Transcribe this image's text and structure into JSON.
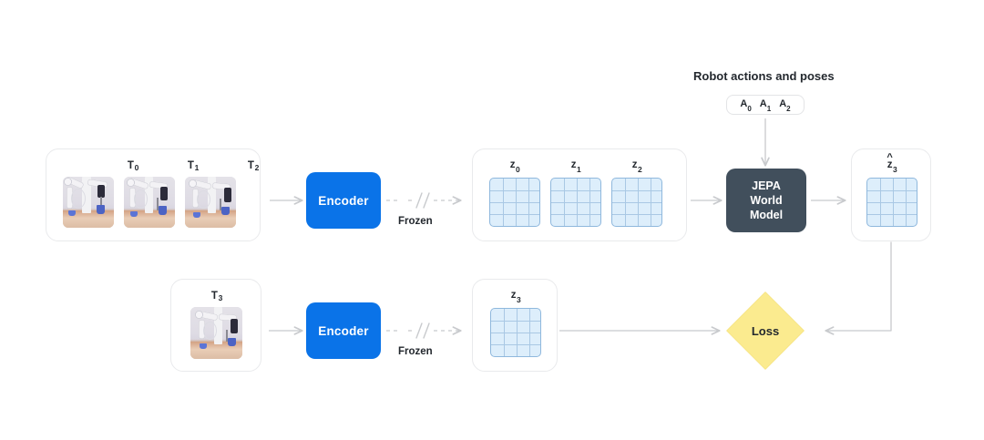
{
  "diagram": {
    "title": "JEPA world model training diagram",
    "context_frames": {
      "labels": [
        "T",
        "T",
        "T"
      ],
      "subs": [
        "0",
        "1",
        "2"
      ]
    },
    "target_frame": {
      "label": "T",
      "sub": "3"
    },
    "encoder_top": {
      "label": "Encoder"
    },
    "encoder_bottom": {
      "label": "Encoder"
    },
    "frozen_top": {
      "label": "Frozen"
    },
    "frozen_bottom": {
      "label": "Frozen"
    },
    "latents_top": [
      {
        "label": "z",
        "sub": "0",
        "hat": false
      },
      {
        "label": "z",
        "sub": "1",
        "hat": false
      },
      {
        "label": "z",
        "sub": "2",
        "hat": false
      }
    ],
    "latent_bottom": {
      "label": "z",
      "sub": "3",
      "hat": false
    },
    "latent_pred": {
      "label": "z",
      "sub": "3",
      "hat": true
    },
    "world_model": {
      "line1": "JEPA",
      "line2": "World",
      "line3": "Model"
    },
    "actions": {
      "title": "Robot actions and poses",
      "items": [
        {
          "label": "A",
          "sub": "0"
        },
        {
          "label": "A",
          "sub": "1"
        },
        {
          "label": "A",
          "sub": "2"
        }
      ]
    },
    "loss": {
      "label": "Loss"
    },
    "grid": {
      "rows": 4,
      "cols": 4
    },
    "colors": {
      "encoder_blue": "#0a73e8",
      "world_model_slate": "#414f5c",
      "loss_yellow": "#fbeb8f",
      "loss_yellow_border": "#f2df6e",
      "latent_fill": "#ddeefb",
      "latent_line": "#a9c8e4",
      "latent_border": "#8fb8dd",
      "card_border": "#e9eaec",
      "wire_gray": "#c8cacd",
      "background": "#ffffff",
      "text": "#23282e"
    }
  }
}
